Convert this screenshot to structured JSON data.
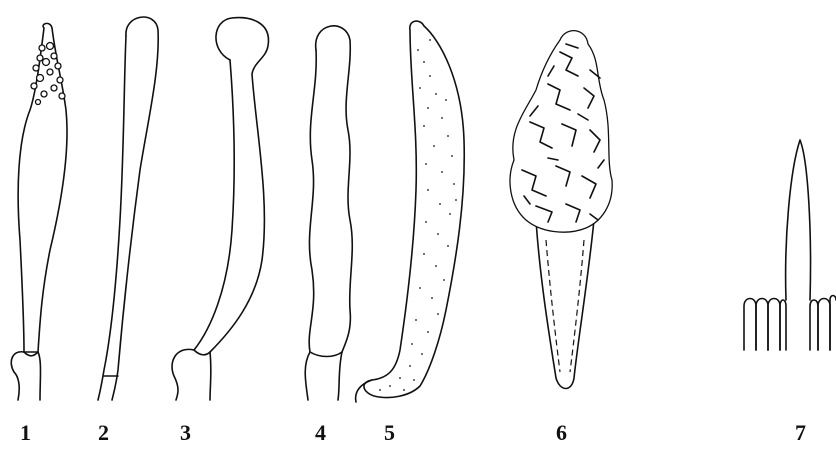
{
  "figures": [
    {
      "label": "1"
    },
    {
      "label": "2"
    },
    {
      "label": "3"
    },
    {
      "label": "4"
    },
    {
      "label": "5"
    },
    {
      "label": "6"
    },
    {
      "label": "7"
    }
  ],
  "colors": {
    "ink": "#111111",
    "paper": "#ffffff"
  }
}
